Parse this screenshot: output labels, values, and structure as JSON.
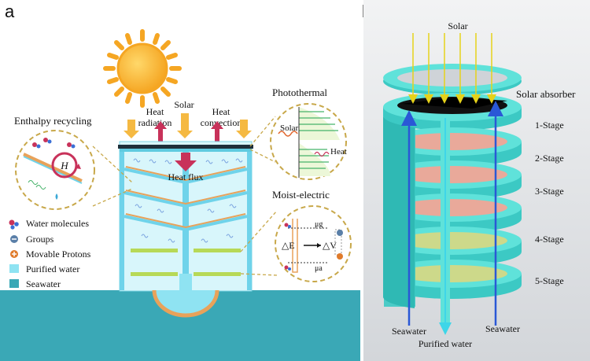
{
  "panels": {
    "a": "a",
    "b": "b"
  },
  "panel_a": {
    "solar": "Solar",
    "heat_radiation": [
      "Heat",
      "radiation"
    ],
    "heat_convection": [
      "Heat",
      "convection"
    ],
    "heat_flux": "Heat flux",
    "enthalpy_recycling": "Enthalpy recycling",
    "enthalpy_symbol": "H",
    "photothermal": "Photothermal",
    "photothermal_solar": "Solar",
    "photothermal_heat": "Heat",
    "moist_electric": "Moist-electric",
    "mu_g": "μg",
    "mu_a": "μa",
    "delta_e": "△E",
    "delta_v": "△V",
    "legend": [
      {
        "label": "Water molecules",
        "icon": "water-molecule-icon"
      },
      {
        "label": "Groups",
        "icon": "group-icon"
      },
      {
        "label": "Movable Protons",
        "icon": "proton-icon"
      },
      {
        "label": "Purified water",
        "icon": "purified-water-swatch"
      },
      {
        "label": "Seawater",
        "icon": "seawater-swatch"
      }
    ]
  },
  "panel_b": {
    "solar": "Solar",
    "solar_absorber": "Solar absorber",
    "stages": [
      "1-Stage",
      "2-Stage",
      "3-Stage",
      "4-Stage",
      "5-Stage"
    ],
    "seawater_left": "Seawater",
    "seawater_right": "Seawater",
    "purified_water": "Purified water"
  },
  "colors": {
    "seawater": "#3aa8b6",
    "purified_water": "#8fe3f2",
    "device_teal": "#4fd9d2",
    "absorber": "#000000",
    "pad_salmon": "#e9a99a",
    "sun": "#f7b33a",
    "arrow_orange": "#f5b942",
    "arrow_red": "#c8325a",
    "dash_ring": "#c8a84a",
    "blue_pipe": "#2a58d6"
  }
}
